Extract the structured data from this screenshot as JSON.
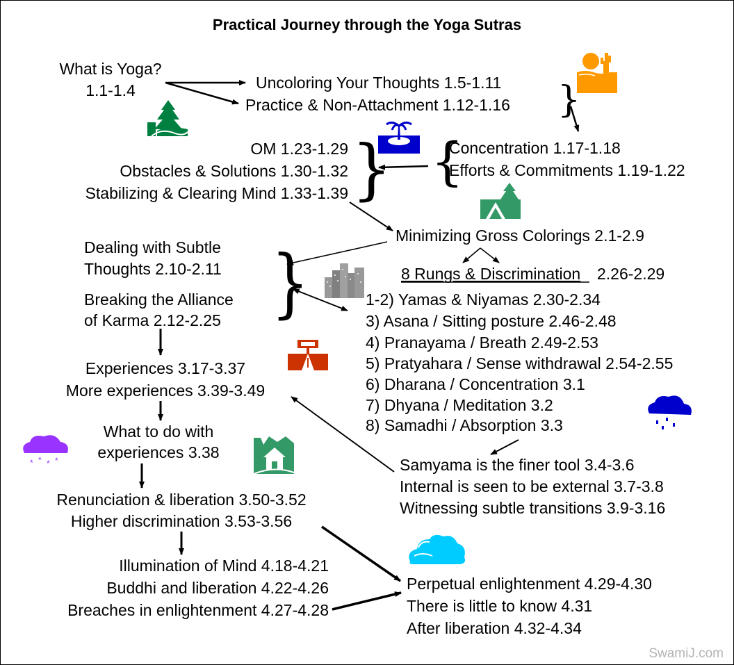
{
  "title": "Practical Journey through the Yoga Sutras",
  "watermark": "SwamiJ.com",
  "nodes": {
    "what_is_yoga": [
      "What is Yoga?",
      "1.1-1.4"
    ],
    "uncoloring": "Uncoloring Your Thoughts 1.5-1.11",
    "practice": "Practice & Non-Attachment 1.12-1.16",
    "om": "OM 1.23-1.29",
    "obstacles": "Obstacles & Solutions 1.30-1.32",
    "stabilizing": "Stabilizing & Clearing Mind 1.33-1.39",
    "concentration": "Concentration 1.17-1.18",
    "efforts": "Efforts & Commitments 1.19-1.22",
    "minimizing": "Minimizing Gross Colorings 2.1-2.9",
    "subtle": [
      "Dealing with Subtle",
      "Thoughts 2.10-2.11"
    ],
    "alliance": [
      "Breaking the Alliance",
      "of Karma 2.12-2.25"
    ],
    "rungs_heading": "8 Rungs & Discrimination",
    "rungs_heading_ref": "2.26-2.29",
    "rungs": [
      "1-2)  Yamas & Niyamas 2.30-2.34",
      "3)  Asana / Sitting posture 2.46-2.48",
      "4)  Pranayama / Breath 2.49-2.53",
      "5)  Pratyahara / Sense withdrawal 2.54-2.55",
      "6)  Dharana / Concentration 3.1",
      "7)  Dhyana / Meditation 3.2",
      "8)  Samadhi / Absorption 3.3"
    ],
    "experiences": [
      "Experiences 3.17-3.37",
      "More experiences 3.39-3.49"
    ],
    "samyama": [
      "Samyama is the finer tool 3.4-3.6",
      "Internal is seen to be external 3.7-3.8",
      "Witnessing subtle transitions 3.9-3.16"
    ],
    "what_to_do": [
      "What to do with",
      "experiences 3.38"
    ],
    "renunciation": [
      "Renunciation & liberation 3.50-3.52",
      "Higher discrimination 3.53-3.56"
    ],
    "illumination": [
      "Illumination of Mind 4.18-4.21",
      "Buddhi and liberation 4.22-4.26",
      "Breaches in enlightenment 4.27-4.28"
    ],
    "perpetual": [
      "Perpetual enlightenment 4.29-4.30",
      "There is little to know 4.31",
      "After liberation 4.32-4.34"
    ]
  },
  "icons": [
    "desert-icon",
    "forest-path-icon",
    "island-icon",
    "tent-icon",
    "city-icon",
    "road-sign-icon",
    "rain-cloud-icon",
    "snow-cloud-icon",
    "house-icon",
    "sky-cloud-icon"
  ],
  "colors": {
    "desert": "#ff9900",
    "green": "#008040",
    "teal": "#339966",
    "blue": "#0000cc",
    "red": "#cc3300",
    "purple": "#9933ff",
    "sky": "#00ccff",
    "gray": "#999999"
  }
}
